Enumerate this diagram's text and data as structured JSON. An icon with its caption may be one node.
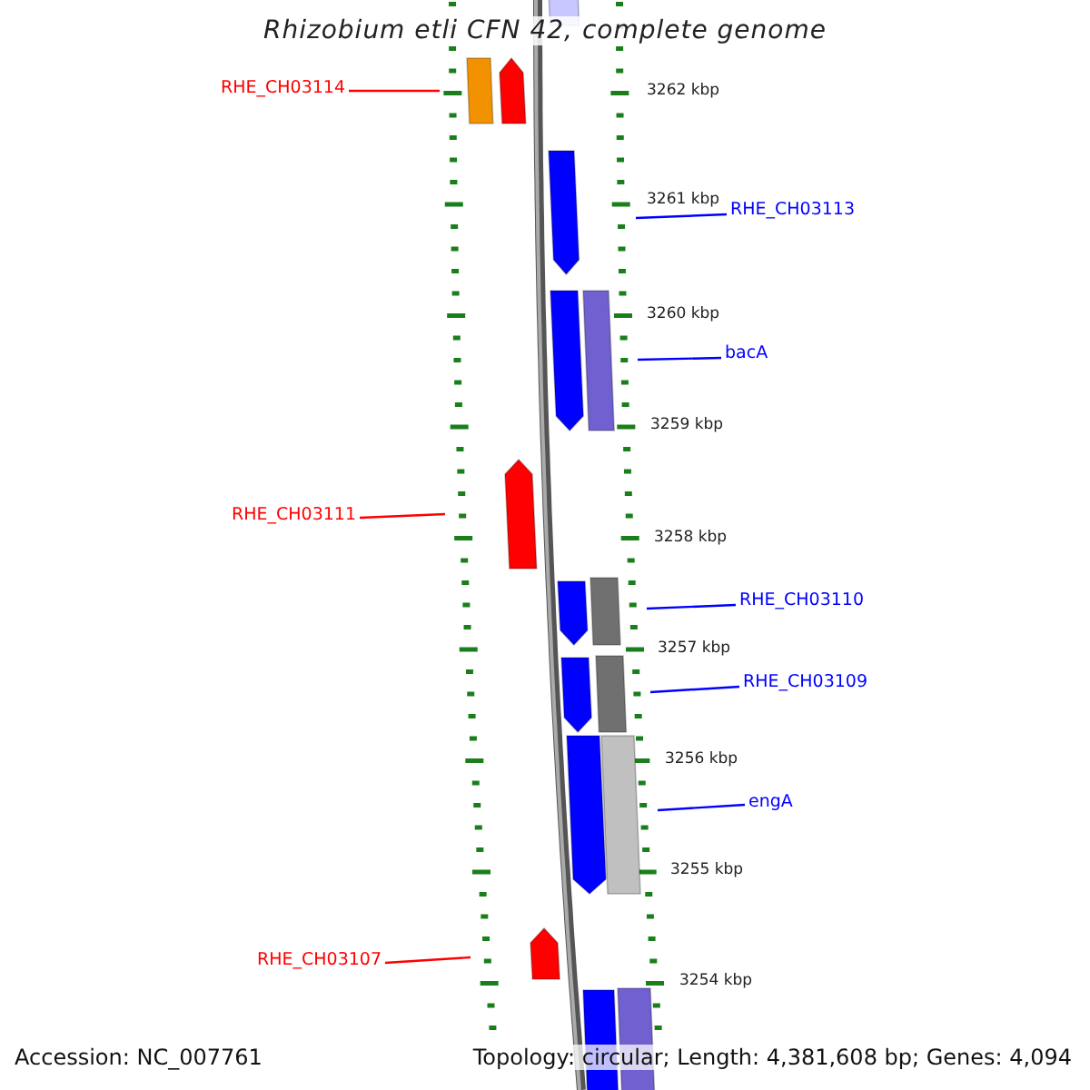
{
  "diagram": {
    "title": "Rhizobium etli CFN 42, complete genome",
    "nodes": [
      {
        "text": [
          "RHE_CH03114"
        ]
      },
      {
        "text": [
          "RHE_CH03113"
        ]
      },
      {
        "text": [
          "bacA"
        ]
      },
      {
        "text": [
          "RHE_CH03111"
        ]
      },
      {
        "text": [
          "RHE_CH03110"
        ]
      },
      {
        "text": [
          "RHE_CH03109"
        ]
      },
      {
        "text": [
          "engA"
        ]
      },
      {
        "text": [
          "RHE_CH03107"
        ]
      }
    ],
    "edges": [
      {
        "from": 0,
        "to": null,
        "arrow": "none",
        "color": "#ff0000"
      },
      {
        "from": 1,
        "to": null,
        "arrow": "none"
      },
      {
        "from": 2,
        "to": null,
        "arrow": "none"
      },
      {
        "from": 3,
        "to": null,
        "arrow": "none",
        "color": "#ff0000"
      },
      {
        "from": 4,
        "to": null,
        "arrow": "none"
      },
      {
        "from": 5,
        "to": null,
        "arrow": "none"
      },
      {
        "from": 6,
        "to": null,
        "arrow": "none"
      },
      {
        "from": 7,
        "to": null,
        "arrow": "none",
        "color": "#ff0000"
      }
    ],
    "labels": [
      "3262 kbp",
      "3261 kbp",
      "3260 kbp",
      "3259 kbp",
      "3258 kbp",
      "3257 kbp",
      "3256 kbp",
      "3255 kbp",
      "3254 kbp",
      "Accession: NC_007761",
      "Topology: circular; Length: 4,381,608 bp; Genes: 4,094"
    ]
  }
}
